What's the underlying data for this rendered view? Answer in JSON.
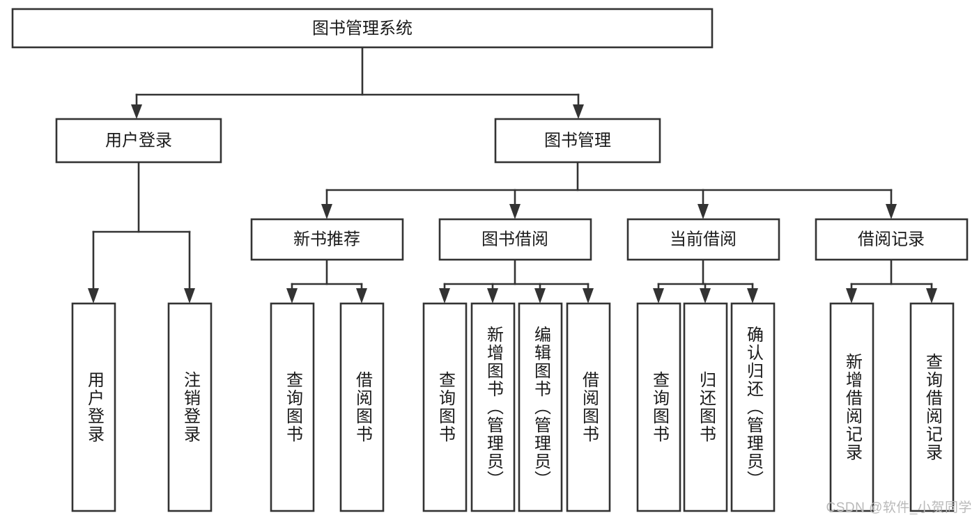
{
  "diagram": {
    "type": "tree",
    "title": "图书管理系统",
    "orientation": "top-down",
    "colors": {
      "box_fill": "#ffffff",
      "box_stroke": "#333333",
      "connector": "#333333",
      "text": "#1a1a1a",
      "watermark": "#b9b9b9",
      "background": "#ffffff"
    },
    "levels": {
      "root": {
        "label": "图书管理系统"
      },
      "level2": [
        {
          "label": "用户登录"
        },
        {
          "label": "图书管理"
        }
      ],
      "level3": [
        {
          "label": "新书推荐"
        },
        {
          "label": "图书借阅"
        },
        {
          "label": "当前借阅"
        },
        {
          "label": "借阅记录"
        }
      ],
      "leaves": [
        {
          "label": "用户登录",
          "parent": "用户登录"
        },
        {
          "label": "注销登录",
          "parent": "用户登录"
        },
        {
          "label": "查询图书",
          "parent": "新书推荐"
        },
        {
          "label": "借阅图书",
          "parent": "新书推荐"
        },
        {
          "label": "查询图书",
          "parent": "图书借阅"
        },
        {
          "label": "新增图书（管理员）",
          "parent": "图书借阅"
        },
        {
          "label": "编辑图书（管理员）",
          "parent": "图书借阅"
        },
        {
          "label": "借阅图书",
          "parent": "图书借阅"
        },
        {
          "label": "查询图书",
          "parent": "当前借阅"
        },
        {
          "label": "归还图书",
          "parent": "当前借阅"
        },
        {
          "label": "确认归还（管理员）",
          "parent": "当前借阅"
        },
        {
          "label": "新增借阅记录",
          "parent": "借阅记录"
        },
        {
          "label": "查询借阅记录",
          "parent": "借阅记录"
        }
      ]
    },
    "watermark": "CSDN @软件_小贺同学"
  }
}
